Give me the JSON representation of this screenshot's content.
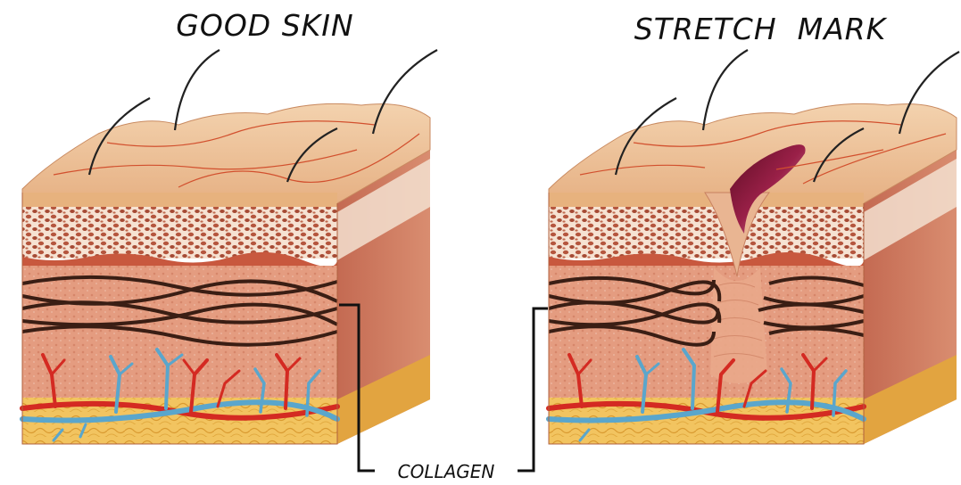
{
  "titles": {
    "left": "GOOD SKIN",
    "right": "STRETCH  MARK"
  },
  "callout": {
    "label": "COLLAGEN"
  },
  "colors": {
    "epidermis_top": "#f0c49a",
    "epidermis_dark": "#d9a070",
    "dermis": "#e39a7e",
    "dermis_dark": "#c8705a",
    "side_face": "#c97a62",
    "fat": "#f2c460",
    "collagen": "#3a1e14",
    "artery": "#d42a22",
    "vein": "#5aa6cc",
    "stretch_mark": "#8a1a3c"
  }
}
